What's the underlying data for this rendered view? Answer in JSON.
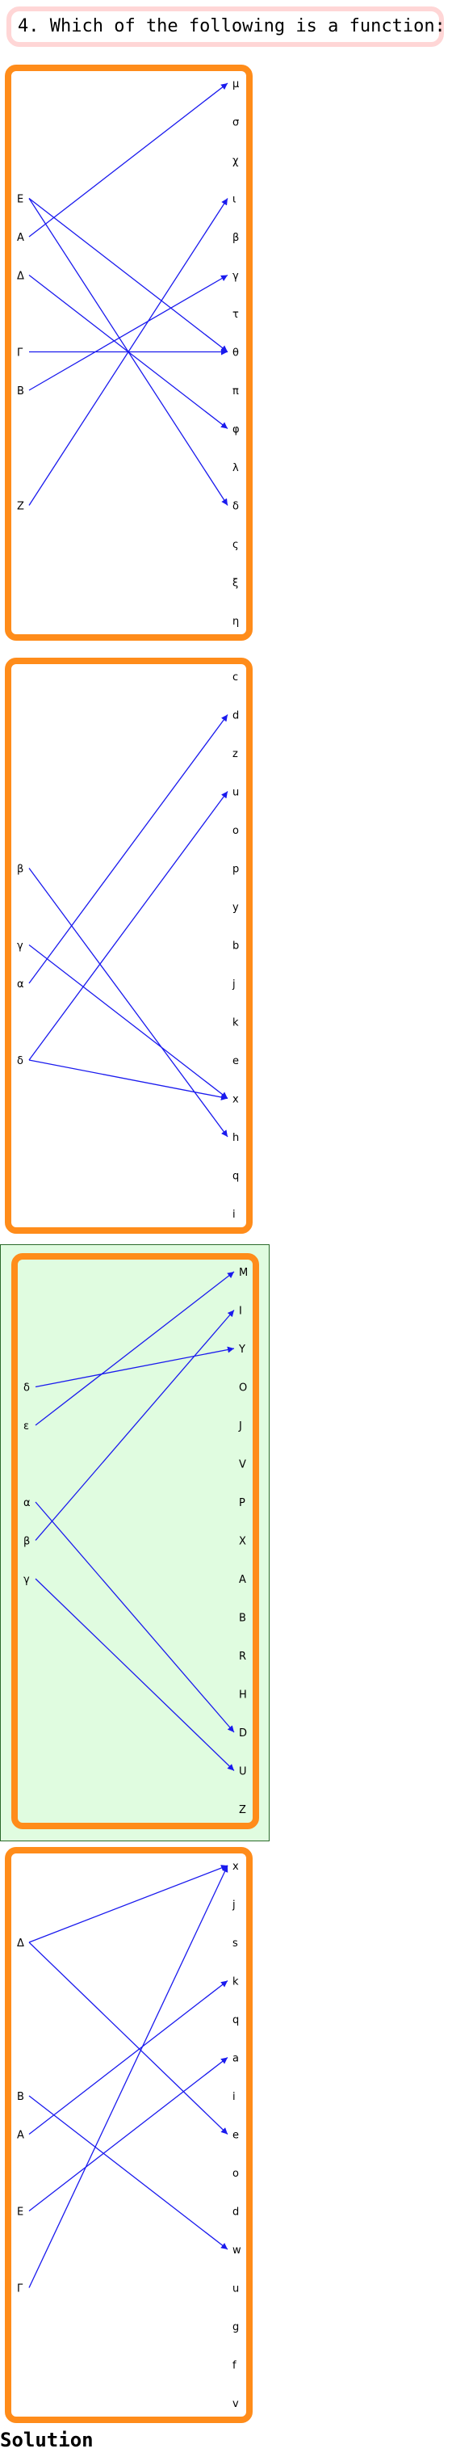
{
  "question": {
    "text": "4. Which of the following is a function:"
  },
  "solution_label": "Solution",
  "colors": {
    "panel_border": "#ff8c1a",
    "arrow": "#1a1aee",
    "highlight_bg": "#e0fce0"
  },
  "options": [
    {
      "domain": [
        "E",
        "A",
        "Δ",
        "Γ",
        "B",
        "Z"
      ],
      "codomain": [
        "μ",
        "σ",
        "χ",
        "ι",
        "β",
        "γ",
        "τ",
        "θ",
        "π",
        "φ",
        "λ",
        "δ",
        "ς",
        "ξ",
        "η"
      ],
      "mappings": [
        [
          "E",
          "θ"
        ],
        [
          "E",
          "δ"
        ],
        [
          "A",
          "μ"
        ],
        [
          "Δ",
          "φ"
        ],
        [
          "Γ",
          "θ"
        ],
        [
          "B",
          "γ"
        ],
        [
          "Z",
          "ι"
        ]
      ],
      "highlighted": false
    },
    {
      "domain": [
        "β",
        "γ",
        "α",
        "δ"
      ],
      "codomain": [
        "c",
        "d",
        "z",
        "u",
        "o",
        "p",
        "y",
        "b",
        "j",
        "k",
        "e",
        "x",
        "h",
        "q",
        "i"
      ],
      "mappings": [
        [
          "β",
          "h"
        ],
        [
          "γ",
          "x"
        ],
        [
          "α",
          "d"
        ],
        [
          "δ",
          "u"
        ],
        [
          "δ",
          "x"
        ]
      ],
      "highlighted": false
    },
    {
      "domain": [
        "δ",
        "ε",
        "α",
        "β",
        "γ"
      ],
      "codomain": [
        "M",
        "I",
        "Y",
        "O",
        "J",
        "V",
        "P",
        "X",
        "A",
        "B",
        "R",
        "H",
        "D",
        "U",
        "Z"
      ],
      "mappings": [
        [
          "δ",
          "Y"
        ],
        [
          "ε",
          "M"
        ],
        [
          "α",
          "D"
        ],
        [
          "β",
          "I"
        ],
        [
          "γ",
          "U"
        ]
      ],
      "highlighted": true
    },
    {
      "domain": [
        "Δ",
        "B",
        "A",
        "E",
        "Γ"
      ],
      "codomain": [
        "x",
        "j",
        "s",
        "k",
        "q",
        "a",
        "i",
        "e",
        "o",
        "d",
        "w",
        "u",
        "g",
        "f",
        "v"
      ],
      "mappings": [
        [
          "Δ",
          "x"
        ],
        [
          "Δ",
          "e"
        ],
        [
          "B",
          "w"
        ],
        [
          "A",
          "k"
        ],
        [
          "E",
          "a"
        ],
        [
          "Γ",
          "x"
        ]
      ],
      "highlighted": false
    }
  ]
}
